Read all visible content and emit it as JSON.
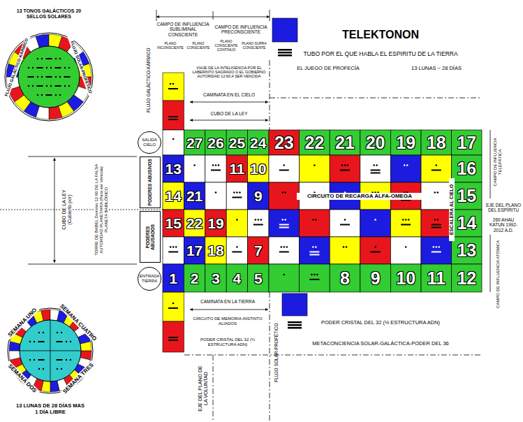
{
  "diagram": {
    "title": "TELEKTONON",
    "nodes": [
      {
        "text": [
          "13 TONOS GALÁCTICOS 20 SELLOS SOLARES",
          "FLUJO GALÁCTICO-KÁRMICO",
          "FLUJO SOLAR-PROFÉTICO"
        ]
      },
      {
        "text": [
          "SALIDA CIELO"
        ]
      },
      {
        "text": [
          "PODERES ABUSIVOS"
        ]
      },
      {
        "text": [
          "PODERES ABUSADOS"
        ]
      },
      {
        "text": [
          "ENTRADA TIERRA"
        ]
      },
      {
        "text": [
          "SEMANA UNO",
          "SEMANA CUATRO",
          "SEMANA DOS",
          "SEMANA TRES",
          "13 LUNAS DE 28 DÍAS MAS 1 DÍA LIBRE"
        ]
      }
    ],
    "labels": [
      "CAMPO DE INFLUENCIA SUBLIMINAL CONSCIENTE",
      "CAMPO DE INFLUENCIA PRECONSCIENTE",
      "TUBO POR EL QUE HABLA EL ESPIRITU DE LA TIERRA",
      "PLANO INCONSCIENTE",
      "PLANO CONSCIENTE",
      "PLANO CONSCIENTE CONTINUO",
      "PLANO SUPRA CONSCIENTE",
      "EL JUEGO DE PROFECÍA",
      "13 LUNAS ~ 28 DÍAS",
      "FLUJO GALÁCTICO-KÁRMICO",
      "VIAJE DE LA INTELIGENCIA POR EL LABERINTO SAGRADO O EL GOBIERNO AUTORIDAD 12:60 A SER VENCIDA",
      "CAMINATA EN EL CIELO",
      "CUBO DE LA LEY",
      "CAMPO DE INFLUENCIA TELEPÁTICA",
      "CUBO DE LA LEY (Cubierto por)",
      "TORRE DE BABEL Dominio 12:60 DE LA FALSA AUTORIDAD PLANETARIA (Para ser Vencida) PLANETA BABILÓNICO",
      "CIRCUITO DE RECARGA ALFA-OMEGA",
      "ESCALERA AL CIELO",
      "EJE DEL PLANO DEL ESPÍRITU",
      "260 AHAU KATUN 1992-2012 A.D.",
      "CAMPO DE INFLUENCIA ATÓMICA",
      "CAMINATA EN LA TIERRA",
      "CIRCUITO DE MEMORIA-INSTINTO ALIADOS",
      "PODER CRISTAL DEL 32 (½ ESTRUCTURA ADN)",
      "FLUJO SOLAR-PROFÉTICO",
      "PODER CRISTAL DEL 32 (½ ESTRUCTURA ADN)",
      "METACONCIENCIA SOLAR-GALÁCTICA-PODER DEL 36",
      "EJE DEL PLANO DE LA VOLUNTAD",
      "27",
      "26",
      "25",
      "24",
      "23",
      "22",
      "21",
      "20",
      "19",
      "18",
      "17",
      "13",
      "11",
      "10",
      "16",
      "14",
      "21",
      "9",
      "15",
      "15",
      "22",
      "19",
      "14",
      "17",
      "18",
      "7",
      "13",
      "1",
      "2",
      "3",
      "4",
      "5",
      "8",
      "9",
      "10",
      "11",
      "12"
    ]
  }
}
